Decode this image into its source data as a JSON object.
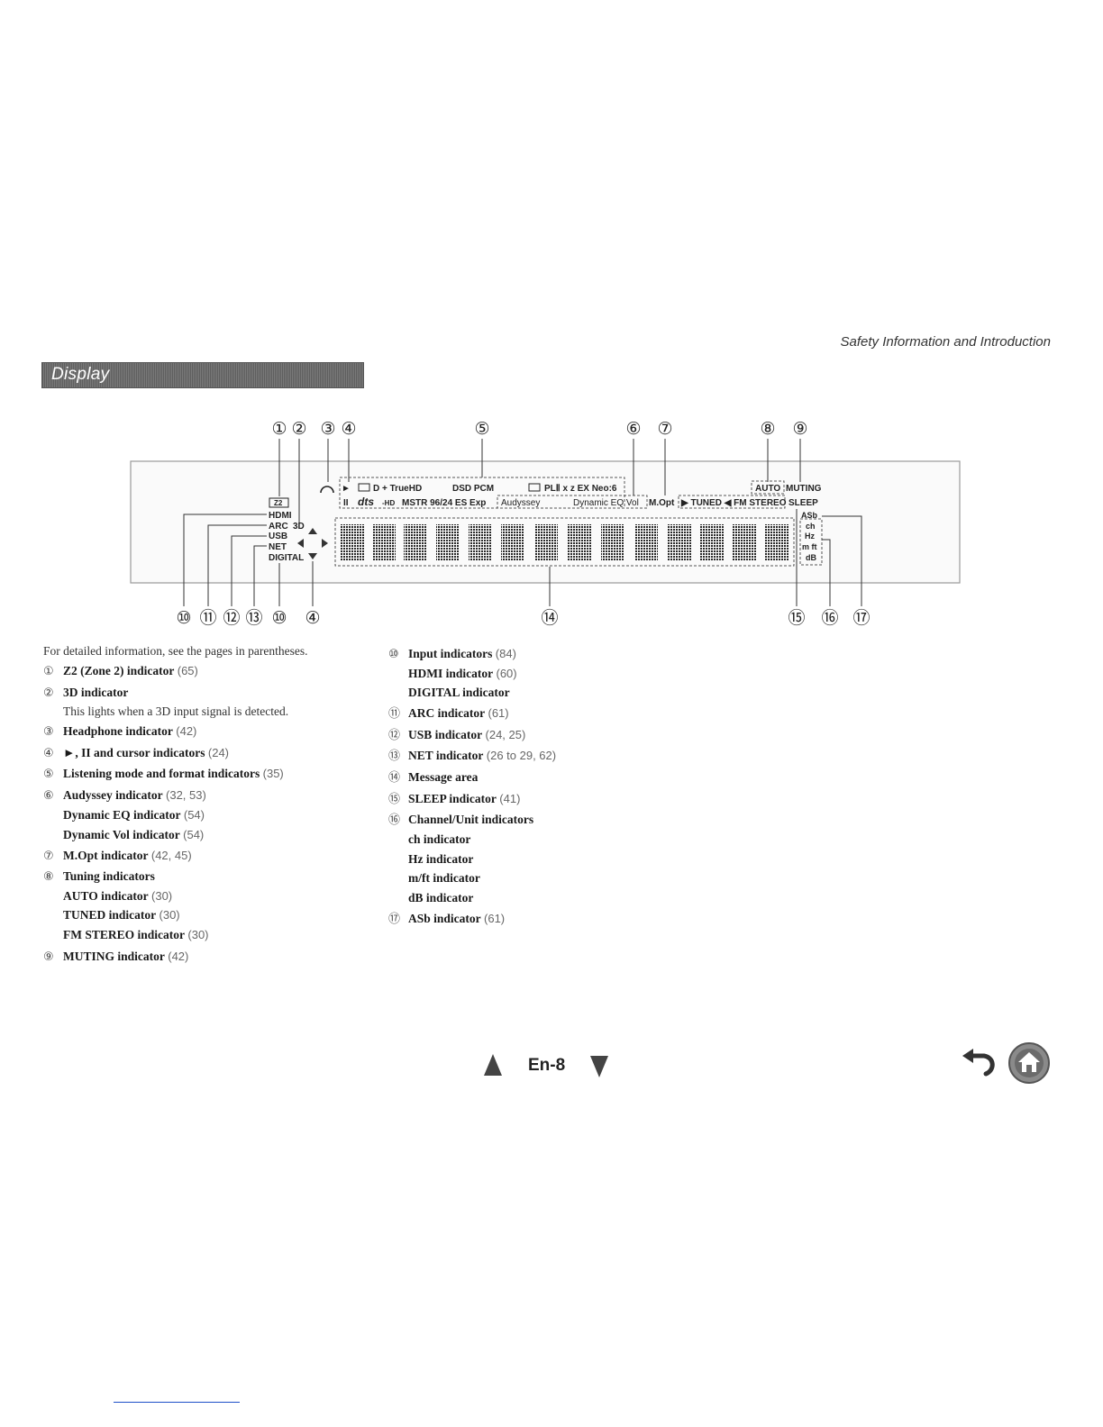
{
  "header": {
    "section_title": "Safety Information and Introduction"
  },
  "banner": {
    "title": "Display"
  },
  "diagram": {
    "top_callouts": [
      "①",
      "②",
      "③",
      "④",
      "⑤",
      "⑥",
      "⑦",
      "⑧",
      "⑨"
    ],
    "bottom_callouts": [
      "⑩",
      "⑪",
      "⑫",
      "⑬",
      "⑩",
      "④",
      "⑭",
      "⑮",
      "⑯",
      "⑰"
    ],
    "row1": {
      "play": "►",
      "dolby1": "D + TrueHD",
      "dsd": "DSD PCM",
      "dolby2": "PLⅡ x z EX Neo:6",
      "auto": "AUTO",
      "muting": "MUTING"
    },
    "row2": {
      "z2": "Z2",
      "pause": "II",
      "dts": "dts",
      "hd": "-HD",
      "mstr": "MSTR 96/24 ES Exp",
      "audyssey": "Audyssey",
      "dyn": "Dynamic EQ Vol",
      "mopt": "M.Opt",
      "tuned": "▶ TUNED ◀ FM STEREO",
      "sleep": "SLEEP"
    },
    "inputs": [
      "HDMI",
      "ARC",
      "USB",
      "NET",
      "DIGITAL"
    ],
    "three_d": "3D",
    "units": [
      "ASb",
      "ch",
      "Hz",
      "m ft",
      "dB"
    ]
  },
  "intro": "For detailed information, see the pages in parentheses.",
  "left_items": [
    {
      "num": "①",
      "label": "Z2 (Zone 2) indicator",
      "ref": "(65)"
    },
    {
      "num": "②",
      "label": "3D indicator",
      "ref": ""
    },
    {
      "num": "",
      "label": "",
      "note": "This lights when a 3D input signal is detected.",
      "ref": ""
    },
    {
      "num": "③",
      "label": "Headphone indicator",
      "ref": "(42)"
    },
    {
      "num": "④",
      "label": "►, II and cursor indicators",
      "ref": "(24)"
    },
    {
      "num": "⑤",
      "label": "Listening mode and format indicators",
      "ref": "(35)"
    },
    {
      "num": "⑥",
      "label": "Audyssey indicator",
      "ref": "(32, 53)"
    },
    {
      "num": "",
      "label": "Dynamic EQ indicator",
      "ref": "(54)"
    },
    {
      "num": "",
      "label": "Dynamic Vol indicator",
      "ref": "(54)"
    },
    {
      "num": "⑦",
      "label": "M.Opt indicator",
      "ref": "(42, 45)"
    },
    {
      "num": "⑧",
      "label": "Tuning indicators",
      "ref": ""
    },
    {
      "num": "",
      "label": "AUTO indicator",
      "ref": "(30)"
    },
    {
      "num": "",
      "label": "TUNED indicator",
      "ref": "(30)"
    },
    {
      "num": "",
      "label": "FM STEREO indicator",
      "ref": "(30)"
    },
    {
      "num": "⑨",
      "label": "MUTING indicator",
      "ref": "(42)"
    }
  ],
  "right_items": [
    {
      "num": "⑩",
      "label": "Input indicators",
      "ref": "(84)"
    },
    {
      "num": "",
      "label": "HDMI indicator",
      "ref": "(60)"
    },
    {
      "num": "",
      "label": "DIGITAL indicator",
      "ref": ""
    },
    {
      "num": "⑪",
      "label": "ARC indicator",
      "ref": "(61)"
    },
    {
      "num": "⑫",
      "label": "USB indicator",
      "ref": "(24, 25)"
    },
    {
      "num": "⑬",
      "label": "NET indicator",
      "ref": "(26 to 29, 62)"
    },
    {
      "num": "⑭",
      "label": "Message area",
      "ref": ""
    },
    {
      "num": "⑮",
      "label": "SLEEP indicator",
      "ref": "(41)"
    },
    {
      "num": "⑯",
      "label": "Channel/Unit indicators",
      "ref": ""
    },
    {
      "num": "",
      "label": "ch indicator",
      "ref": ""
    },
    {
      "num": "",
      "label": "Hz indicator",
      "ref": ""
    },
    {
      "num": "",
      "label": "m/ft indicator",
      "ref": ""
    },
    {
      "num": "",
      "label": "dB indicator",
      "ref": ""
    },
    {
      "num": "⑰",
      "label": "ASb indicator",
      "ref": "(61)"
    }
  ],
  "footer": {
    "page": "En-8"
  }
}
